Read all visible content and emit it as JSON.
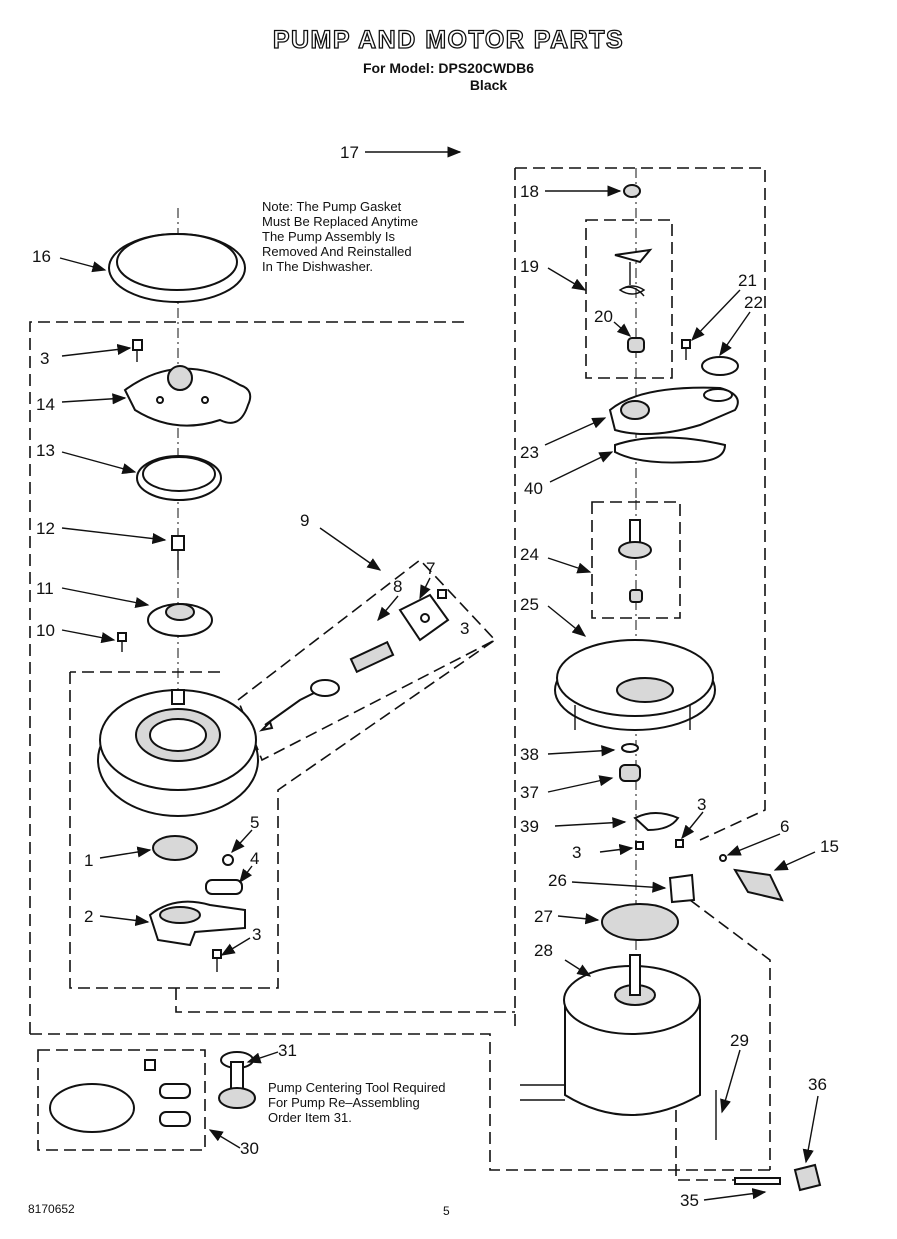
{
  "header": {
    "title": "PUMP AND MOTOR PARTS",
    "model_line": "For Model: DPS20CWDB6",
    "color_line": "Black"
  },
  "notes": {
    "gasket_note": [
      "Note: The Pump Gasket",
      "Must Be Replaced Anytime",
      "The Pump Assembly Is",
      "Removed And Reinstalled",
      "In The Dishwasher."
    ],
    "tool_note": [
      "Pump Centering Tool Required",
      "For Pump Re–Assembling",
      "Order Item 31."
    ]
  },
  "footer": {
    "doc_number": "8170652",
    "page_number": "5"
  },
  "callouts": [
    "17",
    "18",
    "16",
    "19",
    "21",
    "22",
    "20",
    "3",
    "14",
    "23",
    "13",
    "40",
    "12",
    "9",
    "24",
    "7",
    "8",
    "25",
    "11",
    "10",
    "3",
    "38",
    "37",
    "3",
    "39",
    "6",
    "5",
    "15",
    "1",
    "3",
    "4",
    "26",
    "2",
    "27",
    "3",
    "28",
    "31",
    "29",
    "36",
    "30",
    "35"
  ]
}
